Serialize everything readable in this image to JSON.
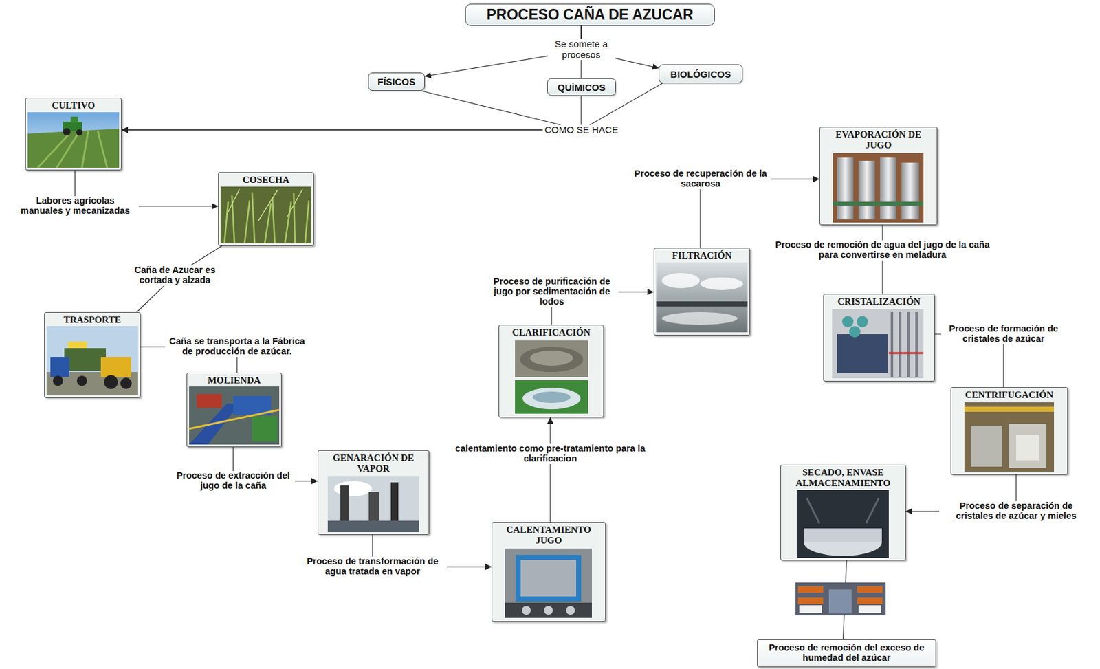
{
  "diagram": {
    "nodes": [
      {
        "text": [
          "PROCESO CAÑA DE AZUCAR"
        ]
      },
      {
        "text": [
          "FÍSICOS"
        ]
      },
      {
        "text": [
          "QUÍMICOS"
        ]
      },
      {
        "text": [
          "BIOLÓGICOS"
        ]
      },
      {
        "text": [
          "CULTIVO"
        ]
      },
      {
        "text": [
          "COSECHA"
        ]
      },
      {
        "text": [
          "TRASPORTE"
        ]
      },
      {
        "text": [
          "MOLIENDA"
        ]
      },
      {
        "text": [
          "GENARACIÓN DE VAPOR"
        ]
      },
      {
        "text": [
          "CALENTAMIENTO JUGO"
        ]
      },
      {
        "text": [
          "CLARIFICACIÓN"
        ]
      },
      {
        "text": [
          "FILTRACIÓN"
        ]
      },
      {
        "text": [
          "EVAPORACIÓN DE JUGO"
        ]
      },
      {
        "text": [
          "CRISTALIZACIÓN"
        ]
      },
      {
        "text": [
          "CENTRIFUGACIÓN"
        ]
      },
      {
        "text": [
          "SECADO, ENVASE ALMACENAMIENTO"
        ]
      },
      {
        "text": [
          "Proceso de remoción del exceso de humedad del azúcar"
        ]
      }
    ],
    "edges": [
      {
        "from": 0,
        "to": 1,
        "arrow": "to"
      },
      {
        "from": 0,
        "to": 2,
        "label": "Se somete a procesos",
        "arrow": "none"
      },
      {
        "from": 0,
        "to": 3,
        "arrow": "to"
      },
      {
        "from": 1,
        "to": 4,
        "arrow": "to"
      },
      {
        "from": 2,
        "to": 4,
        "label": "COMO SE HACE",
        "arrow": "to"
      },
      {
        "from": 3,
        "to": 4,
        "arrow": "to"
      },
      {
        "from": 4,
        "to": 5,
        "label": "Labores agrícolas manuales y mecanizadas",
        "arrow": "to"
      },
      {
        "from": 5,
        "to": 6,
        "label": "Caña de Azucar es cortada y alzada",
        "arrow": "none"
      },
      {
        "from": 6,
        "to": 7,
        "label": "Caña se transporta a la Fábrica de producción de azúcar.",
        "arrow": "none"
      },
      {
        "from": 7,
        "to": 8,
        "label": "Proceso de extracción del jugo de la caña",
        "arrow": "to"
      },
      {
        "from": 8,
        "to": 9,
        "label": "Proceso de transformación de agua tratada en vapor",
        "arrow": "to"
      },
      {
        "from": 9,
        "to": 10,
        "label": "calentamiento como pre-tratamiento para la clarificacion",
        "arrow": "to"
      },
      {
        "from": 10,
        "to": 11,
        "label": "Proceso de purificación de jugo por sedimentación de lodos",
        "arrow": "to"
      },
      {
        "from": 11,
        "to": 12,
        "label": "Proceso de recuperación de la sacarosa",
        "arrow": "to"
      },
      {
        "from": 12,
        "to": 13,
        "label": "Proceso de remoción de agua del jugo de la caña para convertirse en meladura",
        "arrow": "none"
      },
      {
        "from": 13,
        "to": 14,
        "label": "Proceso de formación de cristales de azúcar",
        "arrow": "none"
      },
      {
        "from": 14,
        "to": 15,
        "label": "Proceso de separación de cristales de azúcar y mieles",
        "arrow": "to"
      },
      {
        "from": 15,
        "to": 16,
        "arrow": "none"
      }
    ]
  }
}
